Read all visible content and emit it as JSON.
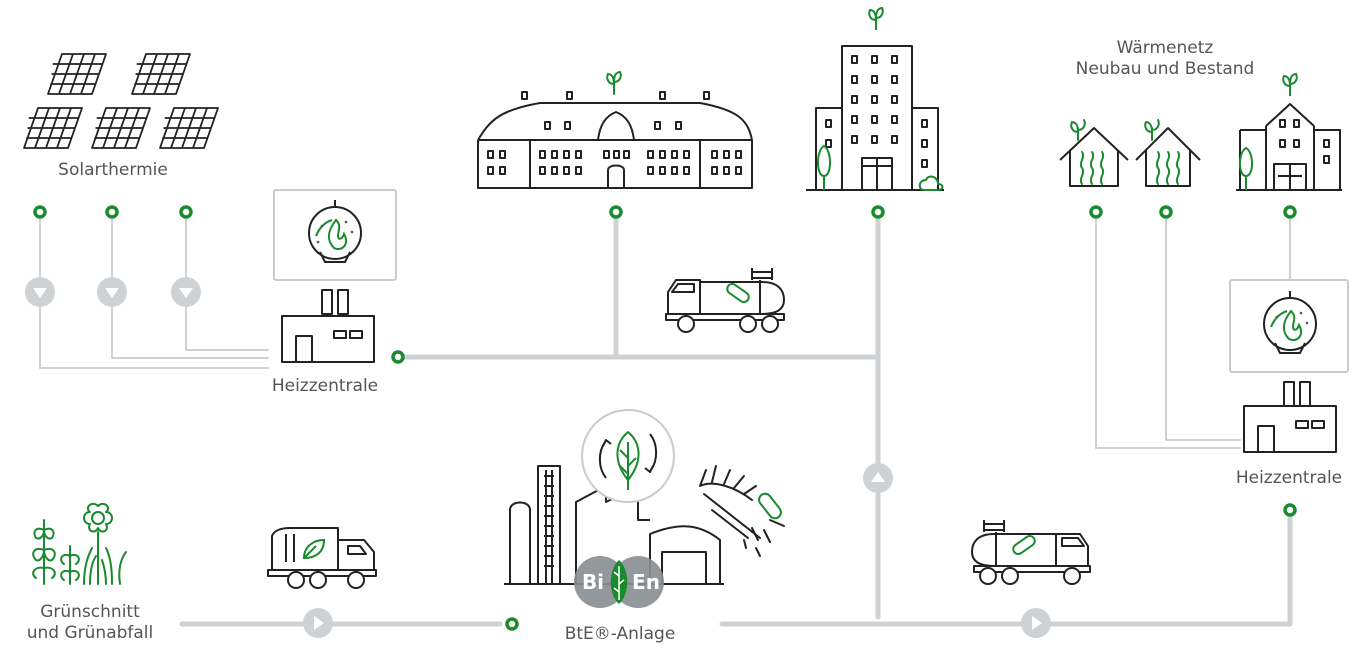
{
  "labels": {
    "solar": "Solarthermie",
    "plant_left": "Heizzentrale",
    "plant_right": "Heizzentrale",
    "network_line1": "Wärmenetz",
    "network_line2": "Neubau und Bestand",
    "green_line1": "Grünschnitt",
    "green_line2": "und Grünabfall",
    "bte": "BtE®-Anlage"
  },
  "logo": {
    "left": "Bi",
    "right": "En"
  },
  "colors": {
    "pipe": "#c8ccd0",
    "pipe_inner": "#d6d9dc",
    "node": "#1a8a2e",
    "icon": "#222222",
    "accent": "#1a8a2e",
    "logo_gray": "#8a8f94",
    "text": "#555555"
  }
}
